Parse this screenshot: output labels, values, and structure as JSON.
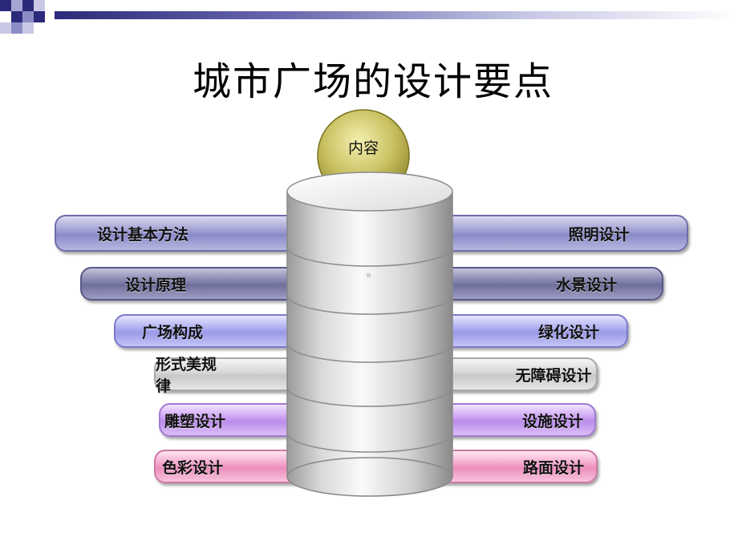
{
  "slide": {
    "title": "城市广场的设计要点",
    "center_label": "内容",
    "left_items": [
      "设计基本方法",
      "设计原理",
      "广场构成",
      "形式美规律",
      "雕塑设计",
      "色彩设计"
    ],
    "right_items": [
      "照明设计",
      "水景设计",
      "绿化设计",
      "无障碍设计",
      "设施设计",
      "路面设计"
    ]
  },
  "colors": {
    "accent_dark": "#2b2a7a",
    "row1": "#9b9bd0",
    "row2": "#7d7da8",
    "row3": "#a8a8ef",
    "row4": "#d6d6d6",
    "row5": "#c89cf2",
    "row6": "#f2a0c8",
    "ball": "#c8c060"
  }
}
